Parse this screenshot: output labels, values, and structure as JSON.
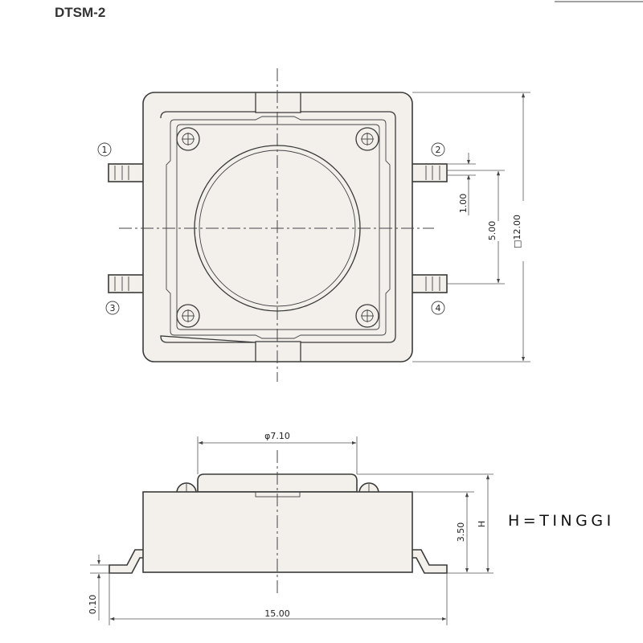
{
  "title": "DTSM-2",
  "height_note": "H=TINGGI",
  "pins": [
    "1",
    "2",
    "3",
    "4"
  ],
  "dimensions": {
    "pin_pitch": "1.00",
    "pin_spacing": "5.00",
    "body_square": "□12.00",
    "actuator_diameter": "φ7.10",
    "body_height": "3.50",
    "total_height": "H",
    "lead_thickness": "0.10",
    "overall_length": "15.00"
  }
}
